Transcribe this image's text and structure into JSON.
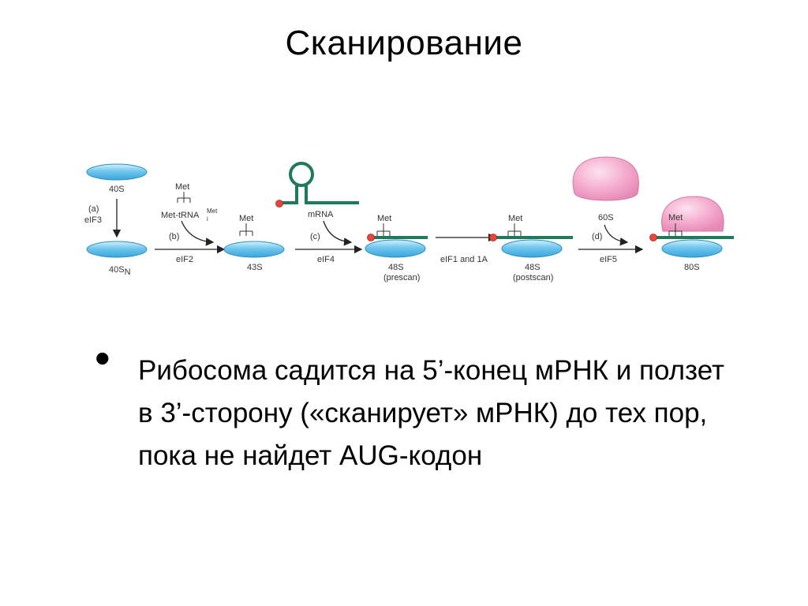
{
  "title": "Сканирование",
  "figure": {
    "label_40S": "40S",
    "label_a": "(a)",
    "label_eIF3": "eIF3",
    "label_40SN": "40S",
    "label_40SN_sub": "N",
    "label_met1": "Met",
    "label_met_trna": "Met-tRNA",
    "label_met_trna_sup": "Met",
    "label_met_trna_sub": "i",
    "label_b": "(b)",
    "label_eIF2": "eIF2",
    "label_met2": "Met",
    "label_43S": "43S",
    "label_mRNA": "mRNA",
    "label_c": "(c)",
    "label_eIF4": "eIF4",
    "label_met3": "Met",
    "label_48S_1": "48S",
    "label_prescan": "(prescan)",
    "label_eIF1_1A": "eIF1 and 1A",
    "label_met4": "Met",
    "label_48S_2": "48S",
    "label_postscan": "(postscan)",
    "label_60S": "60S",
    "label_d": "(d)",
    "label_eIF5": "eIF5",
    "label_met5": "Met",
    "label_80S": "80S",
    "colors": {
      "small_subunit": "#6ec6ee",
      "large_subunit": "#f4a9cc",
      "mrna": "#1e7a5a",
      "cap": "#e8463c"
    }
  },
  "bullet": {
    "text": "Рибосома садится на 5’-конец мРНК и ползет в 3’-сторону («сканирует» мРНК) до тех пор, пока не найдет AUG-кодон"
  }
}
